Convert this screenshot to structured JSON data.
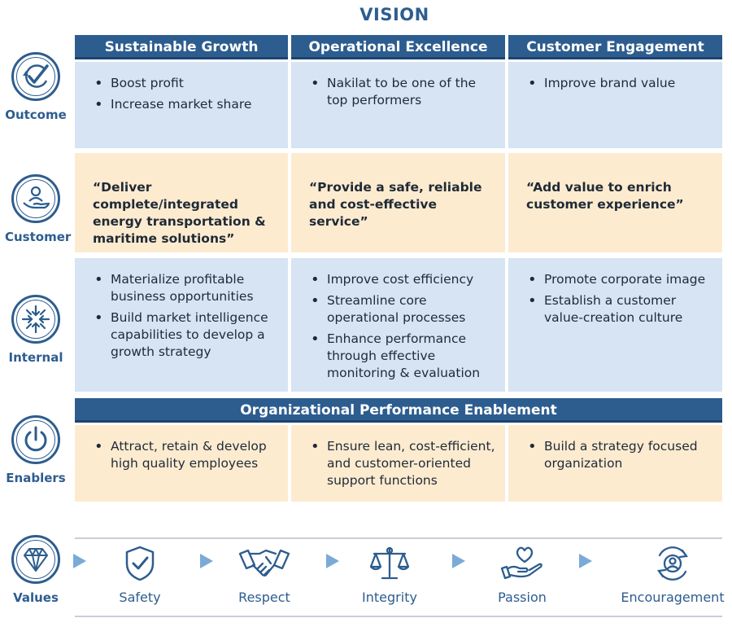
{
  "title": "VISION",
  "columns": [
    "Sustainable Growth",
    "Operational Excellence",
    "Customer Engagement"
  ],
  "rows": {
    "outcome": {
      "label": "Outcome",
      "icon": "check-cycle-icon",
      "cells": [
        [
          "Boost profit",
          "Increase market share"
        ],
        [
          "Nakilat to be one of the top performers"
        ],
        [
          "Improve brand value"
        ]
      ]
    },
    "customer": {
      "label": "Customer",
      "icon": "hand-person-icon",
      "quotes": [
        "“Deliver complete/integrated energy transportation & maritime solutions”",
        "“Provide a safe, reliable and cost-effective service”",
        "“Add value to enrich customer experience”"
      ]
    },
    "internal": {
      "label": "Internal",
      "icon": "converging-arrows-icon",
      "cells": [
        [
          "Materialize profitable business opportunities",
          "Build market intelligence capabilities to develop a growth strategy"
        ],
        [
          "Improve cost efficiency",
          "Streamline core operational processes",
          "Enhance performance through effective monitoring & evaluation"
        ],
        [
          "Promote corporate image",
          "Establish a customer value-creation culture"
        ]
      ]
    },
    "enablers": {
      "label": "Enablers",
      "icon": "power-icon",
      "banner": "Organizational Performance Enablement",
      "cells": [
        [
          "Attract, retain & develop high quality employees"
        ],
        [
          "Ensure lean, cost-efficient, and customer-oriented support functions"
        ],
        [
          "Build a strategy focused organization"
        ]
      ]
    }
  },
  "values": {
    "label": "Values",
    "icon": "diamond-icon",
    "items": [
      {
        "label": "Safety",
        "icon": "shield-check-icon"
      },
      {
        "label": "Respect",
        "icon": "handshake-icon"
      },
      {
        "label": "Integrity",
        "icon": "balance-scale-icon"
      },
      {
        "label": "Passion",
        "icon": "hand-heart-icon"
      },
      {
        "label": "Encouragement",
        "icon": "person-cycle-icon"
      }
    ]
  },
  "colors": {
    "primary": "#2d5d8f",
    "blue_cell": "#d6e4f3",
    "tan_cell": "#fdebd0",
    "arrow": "#7aaad8"
  }
}
